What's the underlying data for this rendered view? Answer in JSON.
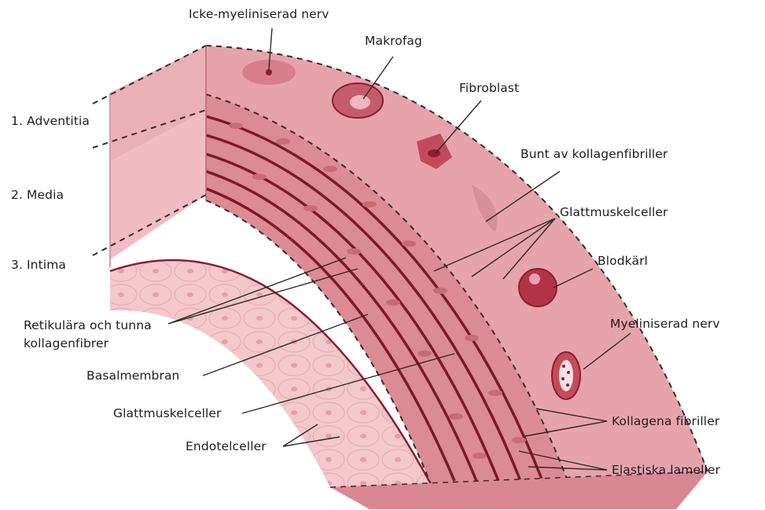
{
  "layers": {
    "adventitia": "1. Adventitia",
    "media": "2. Media",
    "intima": "3. Intima"
  },
  "labels": {
    "nonmyelinated_nerve": "Icke-myeliniserad nerv",
    "macrophage": "Makrofag",
    "fibroblast": "Fibroblast",
    "collagen_bundle": "Bunt av kollagenfibriller",
    "smooth_muscle_right": "Glattmuskelceller",
    "blood_vessel": "Blodkärl",
    "myelinated_nerve": "Myeliniserad nerv",
    "collagen_fibrils": "Kollagena fibriller",
    "elastic_lamellae": "Elastiska lameller",
    "reticular_line1": "Retikulära och tunna",
    "reticular_line2": "kollagenfibrer",
    "basal_membrane": "Basalmembran",
    "smooth_muscle_left": "Glattmuskelceller",
    "endothelial_cells": "Endotelceller"
  },
  "colors": {
    "adventitia": "#e7a3ab",
    "media": "#dc8a95",
    "intima": "#f3c9cd",
    "lamella": "#7a1a28",
    "inner_face": "#f6d6d9",
    "dark": "#8c1e30"
  }
}
